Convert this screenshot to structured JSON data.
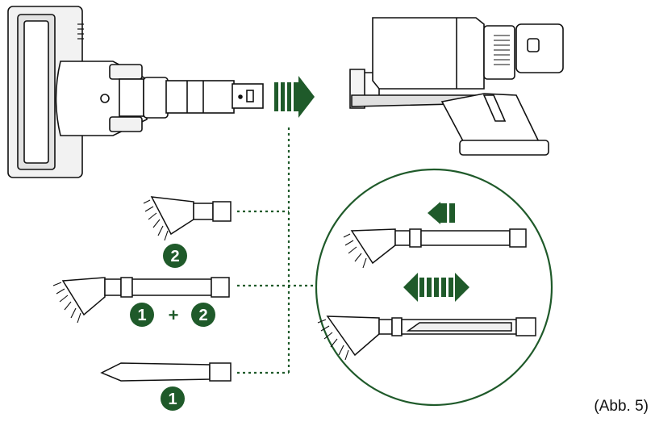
{
  "figure": {
    "caption": "(Abb. 5)"
  },
  "badges": {
    "one": "1",
    "two": "2",
    "plus": "+"
  },
  "colors": {
    "accent": "#1f5a2a",
    "line": "#111111",
    "fill": "#ffffff",
    "shade": "#cccccc"
  },
  "icons": [
    "vacuum-floor-head-icon",
    "vacuum-handheld-unit-icon",
    "insert-arrow-icon",
    "brush-nozzle-icon",
    "extension-tube-icon",
    "crevice-tool-icon",
    "remove-arrow-icon",
    "adjust-arrow-icon"
  ]
}
